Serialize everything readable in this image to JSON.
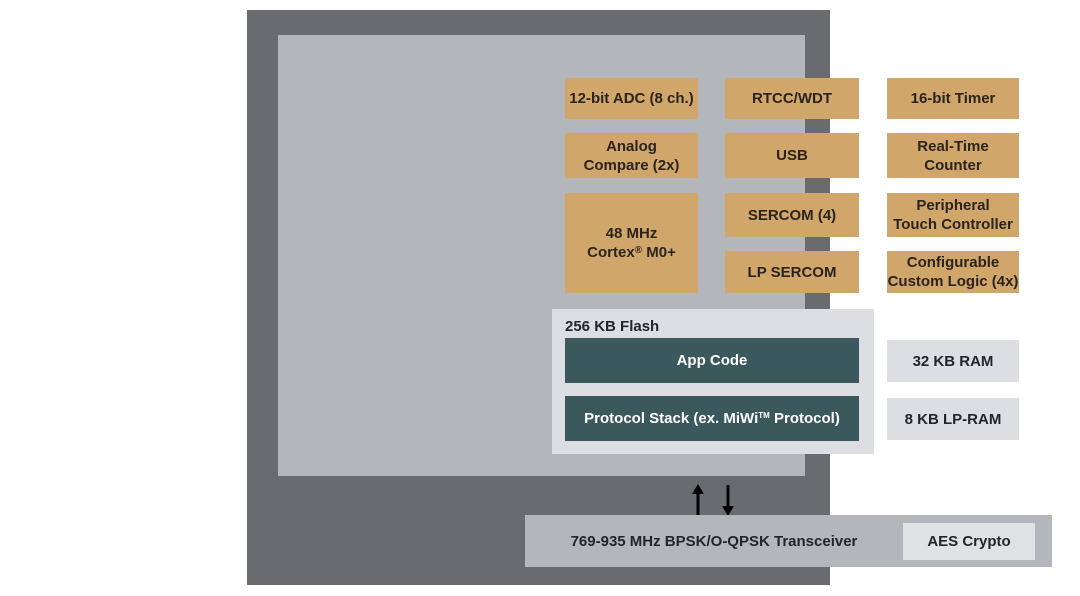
{
  "diagram": {
    "type": "soc-block-diagram",
    "colors": {
      "frame": "#696b6e",
      "panel": "#b3b7bb",
      "peripheral_block": "#d1a66b",
      "memory_box": "#dcdee1",
      "code_block": "#3b585c",
      "arrow": "#000000",
      "background": "#ffffff"
    },
    "peripherals": {
      "adc": {
        "label": "12-bit ADC (8 ch.)"
      },
      "rtcc_wdt": {
        "label": "RTCC/WDT"
      },
      "timer16": {
        "label": "16-bit Timer"
      },
      "analog_compare": {
        "label": "Analog\nCompare (2x)"
      },
      "usb": {
        "label": "USB"
      },
      "real_time_counter": {
        "label": "Real-Time\nCounter"
      },
      "cortex": {
        "line1": "48 MHz",
        "pre": "Cortex",
        "sup": "®",
        "post": " M0+"
      },
      "sercom": {
        "label": "SERCOM (4)"
      },
      "ptc": {
        "label": "Peripheral\nTouch Controller"
      },
      "lp_sercom": {
        "label": "LP SERCOM"
      },
      "ccl": {
        "label": "Configurable\nCustom Logic (4x)"
      }
    },
    "memory": {
      "flash_label": "256 KB Flash",
      "app_code": "App Code",
      "protocol_stack": {
        "pre": "Protocol Stack (ex. MiWi",
        "sup": "TM",
        "post": " Protocol)"
      },
      "ram": "32 KB RAM",
      "lp_ram": "8 KB LP-RAM"
    },
    "radio": {
      "transceiver": "769-935 MHz BPSK/O-QPSK Transceiver",
      "aes": "AES Crypto"
    }
  }
}
